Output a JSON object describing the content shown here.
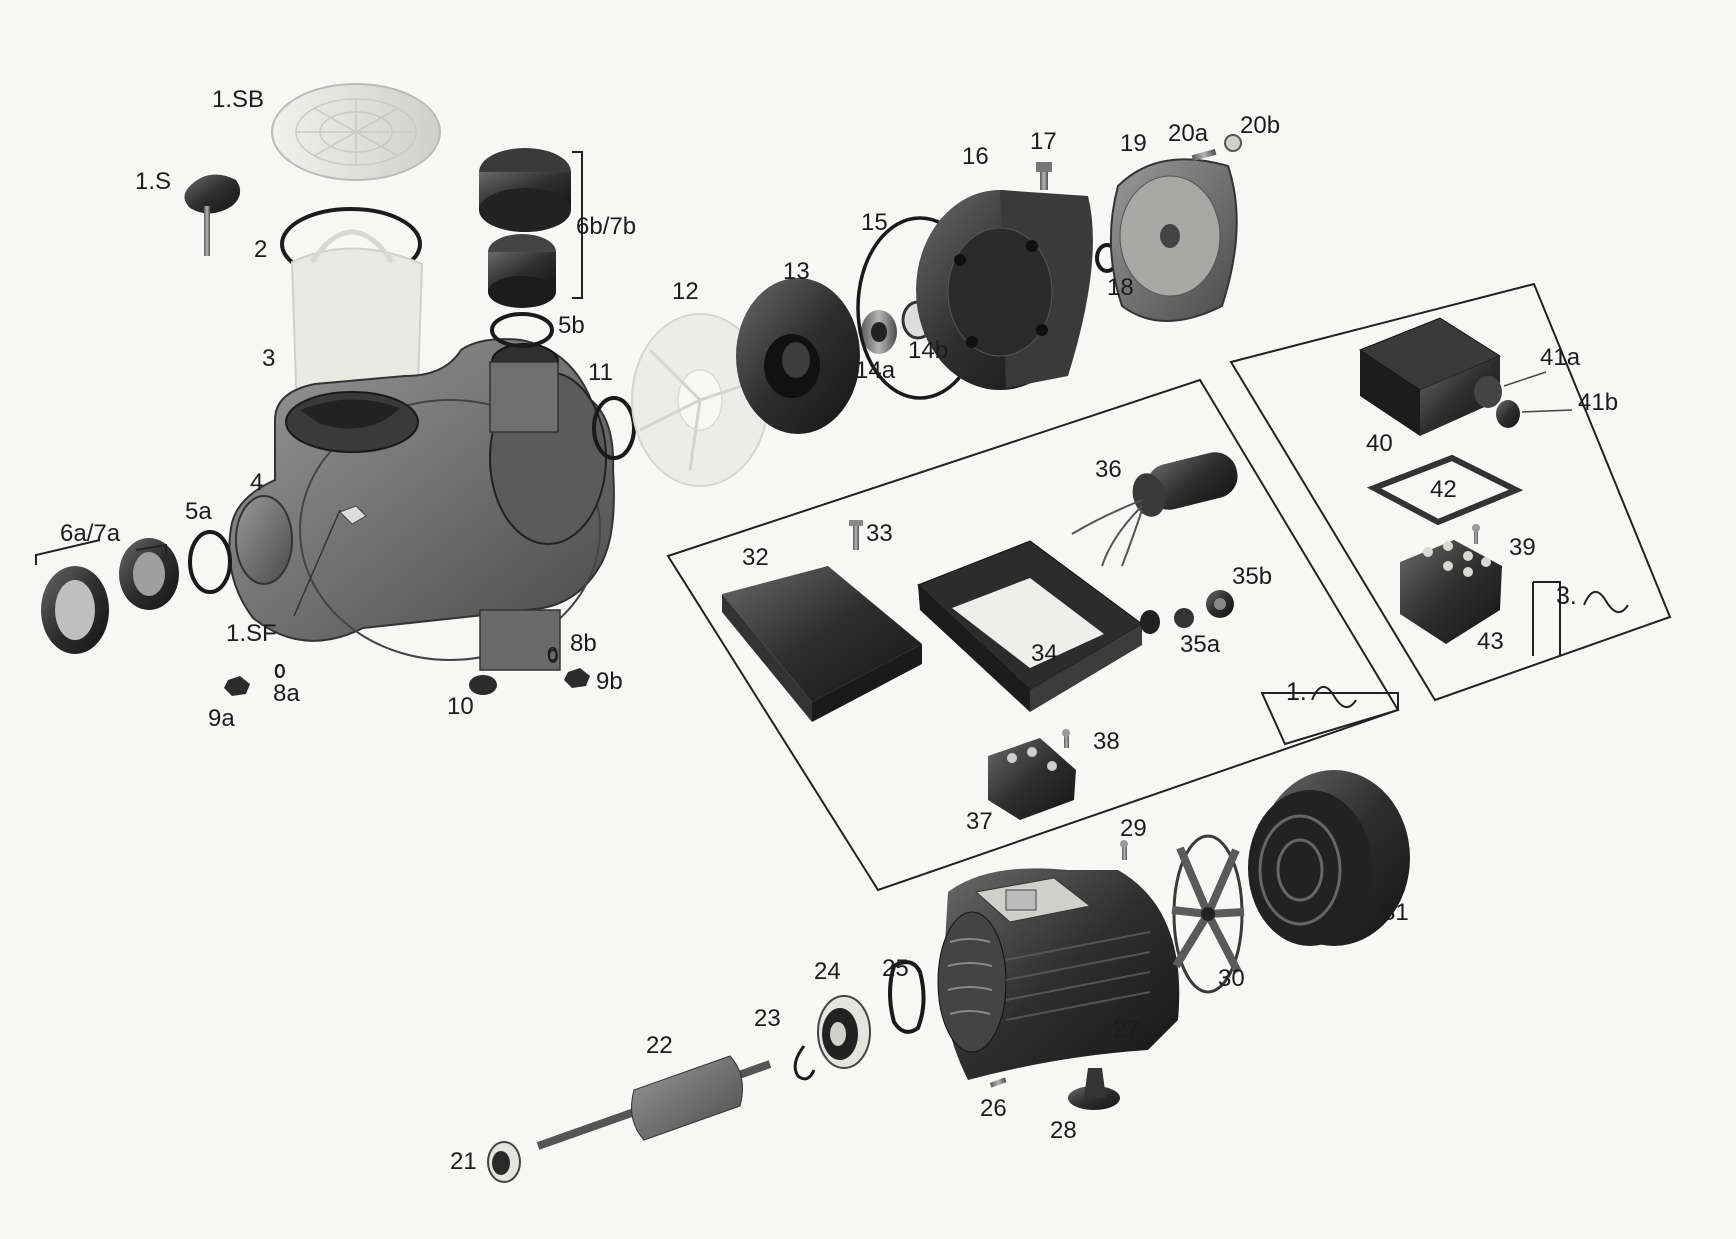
{
  "diagram": {
    "labels": {
      "l_1sb": "1.SB",
      "l_1s": "1.S",
      "l_2": "2",
      "l_3": "3",
      "l_4": "4",
      "l_5a": "5a",
      "l_5b": "5b",
      "l_6a7a": "6a/7a",
      "l_6b7b": "6b/7b",
      "l_1sf": "1.SF",
      "l_8a": "8a",
      "l_8b": "8b",
      "l_9a": "9a",
      "l_9b": "9b",
      "l_10": "10",
      "l_11": "11",
      "l_12": "12",
      "l_13": "13",
      "l_14a": "14a",
      "l_14b": "14b",
      "l_15": "15",
      "l_16": "16",
      "l_17": "17",
      "l_18": "18",
      "l_19": "19",
      "l_20a": "20a",
      "l_20b": "20b",
      "l_21": "21",
      "l_22": "22",
      "l_23": "23",
      "l_24": "24",
      "l_25": "25",
      "l_26": "26",
      "l_27": "27",
      "l_28": "28",
      "l_29": "29",
      "l_30": "30",
      "l_31": "31",
      "l_32": "32",
      "l_33": "33",
      "l_34": "34",
      "l_35a": "35a",
      "l_35b": "35b",
      "l_36": "36",
      "l_37": "37",
      "l_38": "38",
      "l_39": "39",
      "l_40": "40",
      "l_41a": "41a",
      "l_41b": "41b",
      "l_42": "42",
      "l_43": "43"
    },
    "phase_single": "1.",
    "phase_three": "3.",
    "small_o_8a": "0",
    "small_o_8b": "0",
    "colors": {
      "part_dark": "#2b2b2b",
      "part_mid": "#6e6e6e",
      "part_light": "#d9d9d6",
      "line": "#222222"
    }
  }
}
